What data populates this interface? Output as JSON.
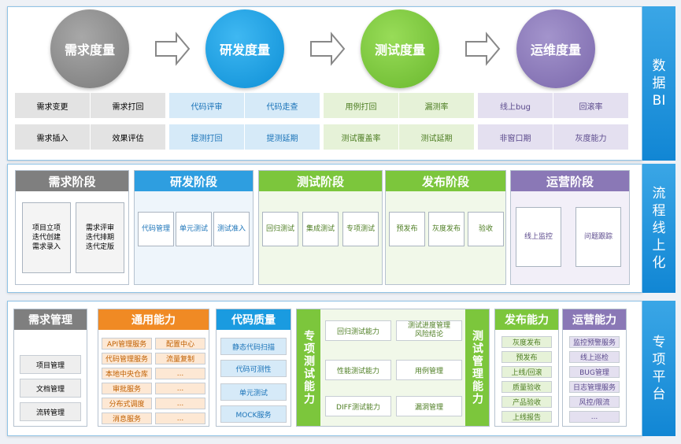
{
  "colors": {
    "gray": "#8a8a8a",
    "blue": "#1a9be0",
    "green": "#7cc63c",
    "purple": "#8a78b6",
    "orange": "#f08a24",
    "accent": "#1186d4"
  },
  "bi": {
    "tag": [
      "数",
      "据",
      "BI"
    ],
    "circles": [
      "需求度量",
      "研发度量",
      "测试度量",
      "运维度量"
    ],
    "row1": [
      "需求变更",
      "需求打回",
      "代码评审",
      "代码走查",
      "用例打回",
      "漏测率",
      "线上bug",
      "回滚率"
    ],
    "row2": [
      "需求插入",
      "效果评估",
      "提测打回",
      "提测延期",
      "测试覆盖率",
      "测试延期",
      "非窗口期",
      "灰度能力"
    ]
  },
  "flow": {
    "tag": [
      "流",
      "程",
      "线",
      "上",
      "化"
    ],
    "stages": {
      "req": {
        "title": "需求阶段",
        "box1": "项目立项\n迭代创建\n需求录入",
        "box2": "需求评审\n迭代排期\n迭代定版"
      },
      "dev": {
        "title": "研发阶段",
        "items": [
          "代码管理",
          "单元测试",
          "测试准入"
        ]
      },
      "test": {
        "title": "测试阶段",
        "items": [
          "回归测试",
          "集成测试",
          "专项测试"
        ]
      },
      "release": {
        "title": "发布阶段",
        "items": [
          "预发布",
          "灰度发布",
          "验收"
        ]
      },
      "ops": {
        "title": "运营阶段",
        "items": [
          "线上监控",
          "问题跟踪"
        ]
      }
    }
  },
  "platform": {
    "tag": [
      "专",
      "项",
      "平",
      "台"
    ],
    "req_mgmt": {
      "title": "需求管理",
      "items": [
        "项目管理",
        "文档管理",
        "流转管理"
      ]
    },
    "common": {
      "title": "通用能力",
      "left": [
        "API管理服务",
        "代码管理服务",
        "本地中央仓库",
        "审批服务",
        "分布式调度",
        "消息服务"
      ],
      "right": [
        "配置中心",
        "流量复制",
        "...",
        "...",
        "...",
        "..."
      ]
    },
    "quality": {
      "title": "代码质量",
      "items": [
        "静态代码扫描",
        "代码可测性",
        "单元测试",
        "MOCK服务"
      ]
    },
    "special": {
      "title": "专项测试能力",
      "items": [
        "回归测试能力",
        "性能测试能力",
        "DIFF测试能力"
      ]
    },
    "testmgmt": {
      "title": "测试管理能力",
      "items": [
        "测试进度管理\n风险结论",
        "用例管理",
        "漏洞管理"
      ]
    },
    "release": {
      "title": "发布能力",
      "items": [
        "灰度发布",
        "预发布",
        "上线/回滚",
        "质量验收",
        "产品验收",
        "上线报告"
      ]
    },
    "ops": {
      "title": "运营能力",
      "items": [
        "监控预警服务",
        "线上巡检",
        "BUG管理",
        "日志管理服务",
        "风控/限流",
        "..."
      ]
    }
  }
}
